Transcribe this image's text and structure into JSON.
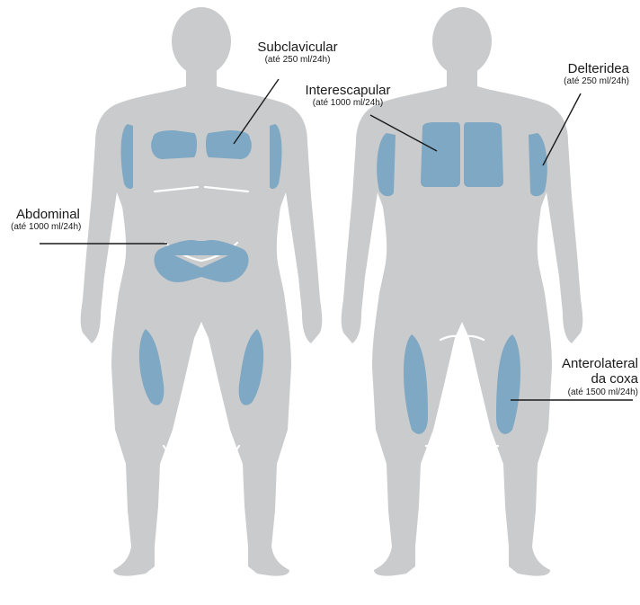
{
  "colors": {
    "body": "#cacbcc",
    "injection_site": "#7ea8c3",
    "leader_line": "#1a1a1a",
    "background": "#ffffff"
  },
  "labels": {
    "subclavicular": {
      "name": "Subclavicular",
      "volume": "(até 250 ml/24h)"
    },
    "interescapular": {
      "name": "Interescapular",
      "volume": "(até 1000 ml/24h)"
    },
    "delteridea": {
      "name": "Delteridea",
      "volume": "(até 250 ml/24h)"
    },
    "abdominal": {
      "name": "Abdominal",
      "volume": "(até 1000 ml/24h)"
    },
    "anterolateral": {
      "name_line1": "Anterolateral",
      "name_line2": "da coxa",
      "volume": "(até 1500 ml/24h)"
    }
  }
}
